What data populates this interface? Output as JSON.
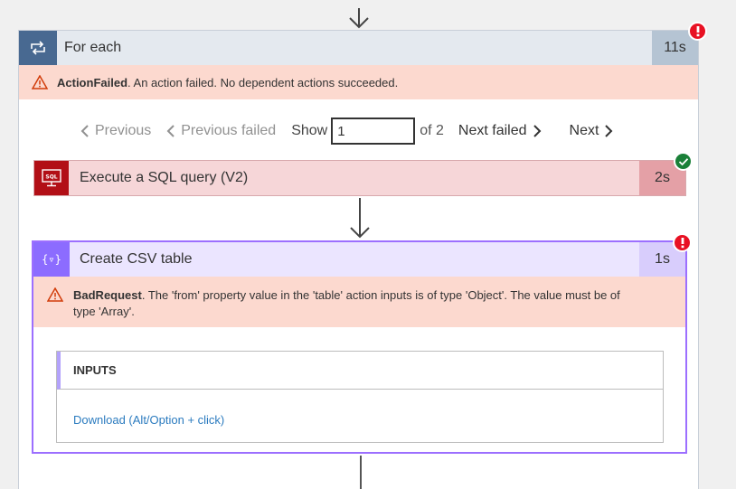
{
  "foreach": {
    "title": "For each",
    "duration": "11s",
    "error_code": "ActionFailed",
    "error_message": ". An action failed. No dependent actions succeeded."
  },
  "pager": {
    "previous": "Previous",
    "previous_failed": "Previous failed",
    "show_label": "Show",
    "page_value": "1",
    "of_label": "of 2",
    "next_failed": "Next failed",
    "next": "Next"
  },
  "sql_action": {
    "title": "Execute a SQL query (V2)",
    "duration": "2s",
    "icon_text": "SQL"
  },
  "csv_action": {
    "title": "Create CSV table",
    "duration": "1s",
    "icon_text": "{▿}",
    "error_code": "BadRequest",
    "error_message": ". The 'from' property value in the 'table' action inputs is of type 'Object'. The value must be of type 'Array'.",
    "inputs_label": "INPUTS",
    "download_link": "Download (Alt/Option + click)"
  },
  "colors": {
    "foreach_accent": "#486991",
    "sql_accent": "#b20f16",
    "csv_accent": "#8c6cff",
    "error_bg": "#fcd9cf",
    "error_badge": "#e81123",
    "success_badge": "#1a8038",
    "link": "#2b7bbf"
  }
}
